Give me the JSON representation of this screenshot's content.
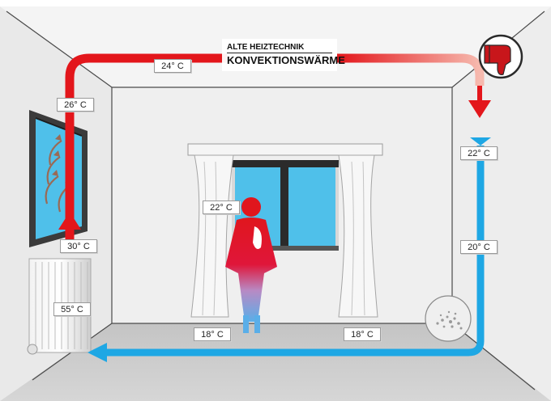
{
  "title": {
    "small": "ALTE HEIZTECHNIK",
    "big": "KONVEKTIONSWÄRME"
  },
  "rating_icon": "thumbs-down-icon",
  "temperatures": {
    "ceiling": "24° C",
    "window_top": "26° C",
    "window_bottom": "30° C",
    "radiator": "55° C",
    "person_head": "22° C",
    "floor_left": "18° C",
    "floor_right": "18° C",
    "right_wall_top": "22° C",
    "right_wall_mid": "20° C"
  },
  "colors": {
    "warm_air": "#e3161b",
    "cool_air": "#1ea7e4",
    "window_glass": "#4fc0ea",
    "thumbs_down": "#c8161b"
  }
}
